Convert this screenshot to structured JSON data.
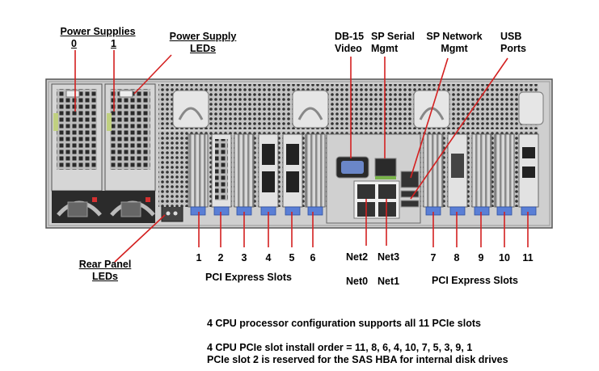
{
  "callouts": {
    "power_supplies": {
      "title": "Power Supplies",
      "ids": [
        "0",
        "1"
      ]
    },
    "power_supply_leds": {
      "line1": "Power Supply",
      "line2": "LEDs"
    },
    "db15": {
      "line1": "DB-15",
      "line2": "Video"
    },
    "sp_serial": {
      "line1": "SP Serial",
      "line2": "Mgmt"
    },
    "sp_network": {
      "line1": "SP Network",
      "line2": "Mgmt"
    },
    "usb": {
      "line1": "USB",
      "line2": "Ports"
    },
    "rear_panel_leds": {
      "line1": "Rear Panel",
      "line2": "LEDs"
    }
  },
  "slot_numbers_left": [
    "1",
    "2",
    "3",
    "4",
    "5",
    "6"
  ],
  "slot_numbers_right": [
    "7",
    "8",
    "9",
    "10",
    "11"
  ],
  "net_labels": {
    "net2": "Net2",
    "net3": "Net3",
    "net0": "Net0",
    "net1": "Net1"
  },
  "pci_label_left": "PCI Express Slots",
  "pci_label_right": "PCI Express Slots",
  "notes": {
    "line1": "4 CPU processor configuration supports all 11 PCIe slots",
    "line2": "4 CPU PCIe slot install order = 11, 8, 6, 4, 10, 7, 5, 3, 9, 1",
    "line3": "PCIe slot 2 is reserved for the SAS HBA for internal disk drives"
  },
  "colors": {
    "callout_line": "#d42020",
    "chassis": "#c8c8c8",
    "slot_tab": "#5a7fd6"
  }
}
